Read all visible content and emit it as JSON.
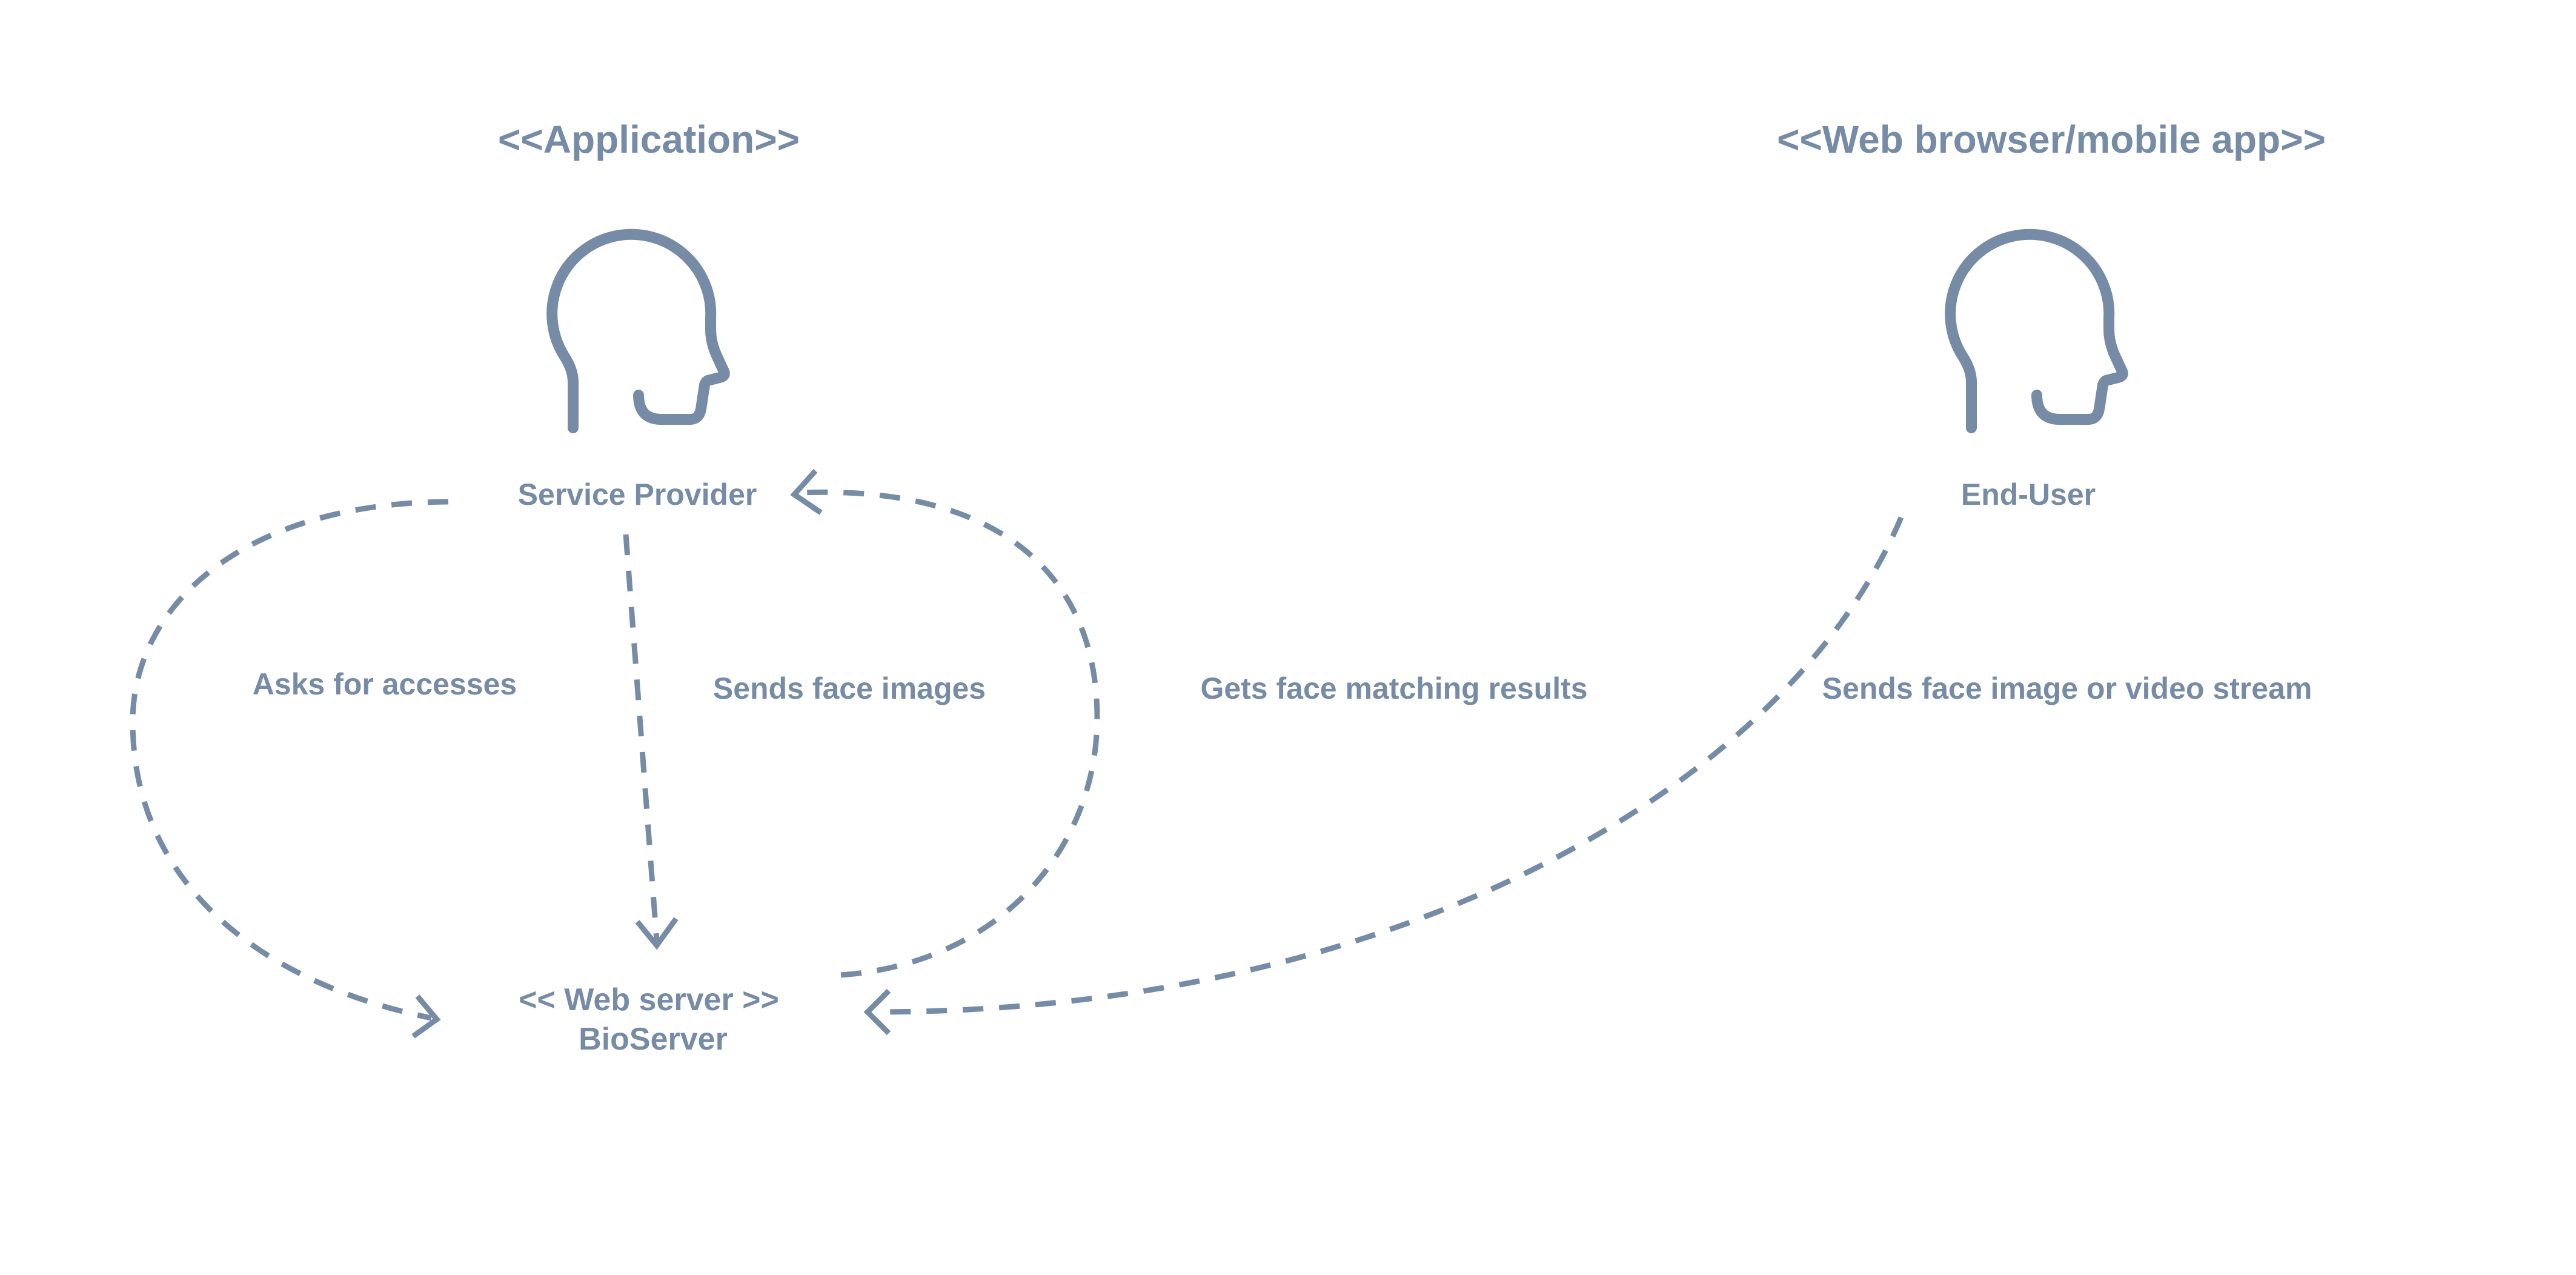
{
  "colors": {
    "primary": "#768ba5",
    "background": "#ffffff"
  },
  "stereotypes": {
    "application": "<<Application>>",
    "browser": "<<Web browser/mobile app>>"
  },
  "actors": {
    "service_provider": {
      "label": "Service Provider",
      "icon": "person-head-icon"
    },
    "end_user": {
      "label": "End-User",
      "icon": "person-head-icon"
    }
  },
  "server": {
    "stereotype": "<< Web server >>",
    "name": "BioServer"
  },
  "flows": {
    "asks_access": "Asks for accesses",
    "sends_images": "Sends face images",
    "gets_results": "Gets face matching results",
    "sends_stream": "Sends face image or video stream"
  }
}
